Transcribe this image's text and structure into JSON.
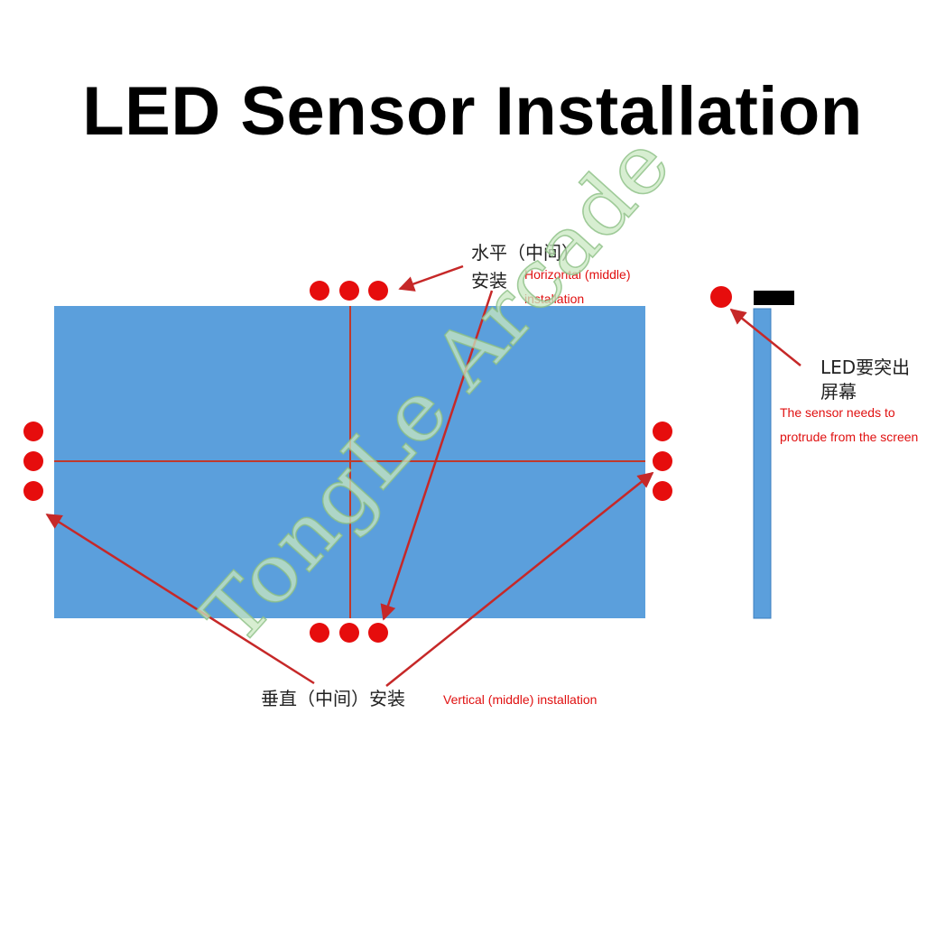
{
  "title": "LED Sensor Installation",
  "watermark": "TongLe Arcade",
  "labels": {
    "horizontal_cn_line1": "水平（中间）",
    "horizontal_cn_line2": "安装",
    "horizontal_en_line1": "Horizontal (middle)",
    "horizontal_en_line2": "installation",
    "protrude_cn_line1": "LED要突出",
    "protrude_cn_line2": "屏幕",
    "protrude_en_line1": "The sensor needs to",
    "protrude_en_line2": "protrude from the screen",
    "vertical_cn": "垂直（中间）安装",
    "vertical_en": "Vertical (middle) installation"
  },
  "colors": {
    "screen": "#5b9fdc",
    "led": "#e60d0d",
    "guide_line": "#c0392b",
    "arrow": "#c62828",
    "bracket": "#000000"
  }
}
